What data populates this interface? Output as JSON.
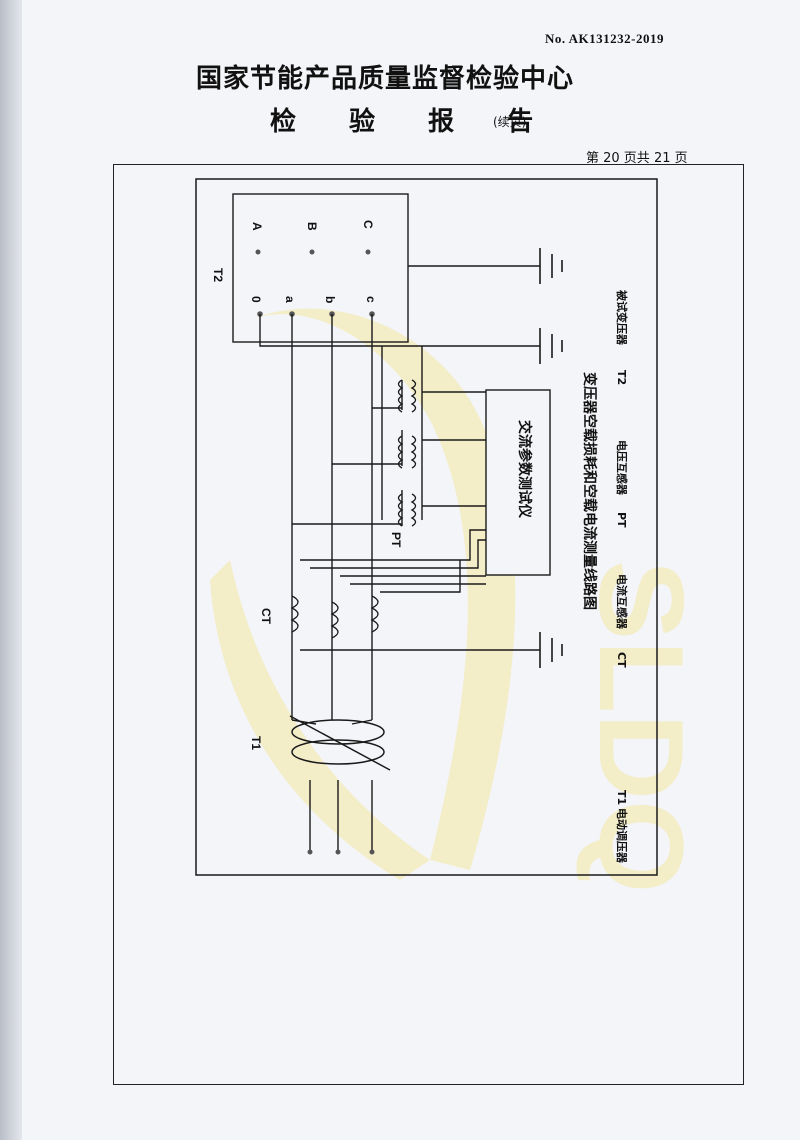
{
  "header": {
    "report_no": "No. AK131232-2019",
    "center_name": "国家节能产品质量监督检验中心",
    "report_title": "检 验 报 告",
    "continued": "(续页)",
    "page_info": "第 20 页共 21 页"
  },
  "diagram": {
    "caption": "变压器空载损耗和空载电流测量线路图",
    "instrument": "交流参数测试仪",
    "t2_label": "T2",
    "t2_terminals_high": [
      "A",
      "B",
      "C"
    ],
    "t2_terminals_low": [
      "0",
      "a",
      "b",
      "c"
    ],
    "pt_label": "PT",
    "ct_label": "CT",
    "t1_label": "T1",
    "legend": [
      {
        "code": "T1",
        "desc": "电动调压器"
      },
      {
        "code": "CT",
        "desc": "电流互感器"
      },
      {
        "code": "PT",
        "desc": "电压互感器"
      },
      {
        "code": "T2",
        "desc": "被试变压器"
      }
    ]
  },
  "watermark": {
    "text": "SLDQ",
    "color": "#f2e6a0"
  },
  "colors": {
    "line": "#1a1a1a",
    "paper": "#f4f5f9"
  }
}
